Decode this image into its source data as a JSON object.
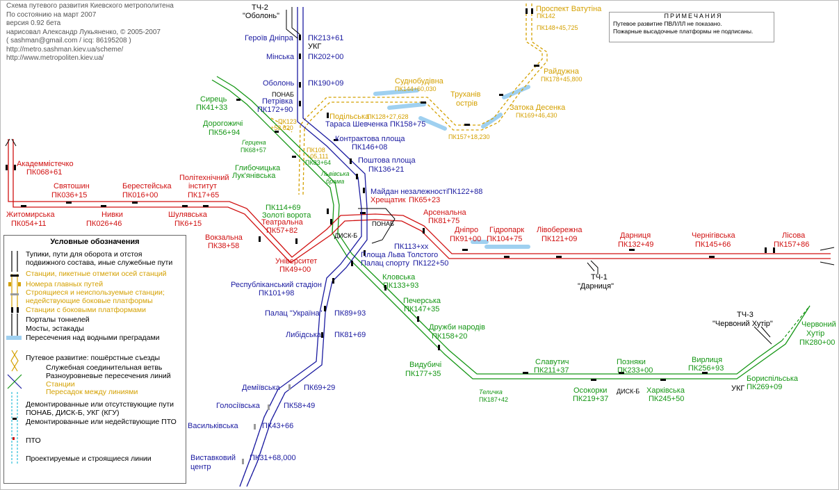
{
  "header": {
    "lines": [
      "Схема путевого развития Киевского метрополитена",
      "По состоянию на март 2007",
      "версия 0.92 бета",
      "нарисовал Александр Лукьяненко, © 2005-2007",
      "( sashman@gmail.com  /  icq: 86195208 )",
      "http://metro.sashman.kiev.ua/scheme/",
      "http://www.metropoliten.kiev.ua/"
    ]
  },
  "notes": {
    "title": "ПРИМЕЧАНИЯ",
    "items": [
      "Путевое развитие ПВЛ/ЛЛ не показано.",
      "Пожарные высадочные платформы не подписаны."
    ]
  },
  "colors": {
    "red": "#d01010",
    "blue": "#1a1aa0",
    "green": "#149614",
    "orange": "#d4a000",
    "water": "#9fd0f0",
    "gray": "#888888"
  },
  "depots": {
    "tch2": {
      "name": "ТЧ-2",
      "sub": "\"Оболонь\""
    },
    "tch1": {
      "name": "ТЧ-1",
      "sub": "\"Дарниця\""
    },
    "tch3": {
      "name": "ТЧ-3",
      "sub": "\"Червоний Хутір\""
    }
  },
  "red_line": {
    "akademmistechko": {
      "name": "Академмістечко",
      "pk": "ПК068+61"
    },
    "zhytomyrska": {
      "name": "Житомирська",
      "pk": "ПК054+11"
    },
    "sviatoshyn": {
      "name": "Святошин",
      "pk": "ПК036+15"
    },
    "nyvky": {
      "name": "Нивки",
      "pk": "ПК026+46"
    },
    "beresteiska": {
      "name": "Берестейська",
      "pk": "ПК016+00"
    },
    "shuliavska": {
      "name": "Шулявська",
      "pk": "ПК6+15"
    },
    "politekhnichnyi": {
      "name1": "Політехнічний",
      "name2": "інститут",
      "pk": "ПК17+65"
    },
    "vokzalna": {
      "name": "Вокзальна",
      "pk": "ПК38+58"
    },
    "universytet": {
      "name": "Університет",
      "pk": "ПК49+00"
    },
    "teatralna": {
      "name": "Театральна",
      "pk": "ПК57+82"
    },
    "khreshchatyk": {
      "name": "Хрещатик",
      "pk": "ПК65+23"
    },
    "arsenalna": {
      "name": "Арсенальна",
      "pk": "ПК81+75"
    },
    "dnipro": {
      "name": "Дніпро",
      "pk": "ПК91+00"
    },
    "hidropark": {
      "name": "Гідропарк",
      "pk": "ПК104+75"
    },
    "livoberezhna": {
      "name": "Лівобережна",
      "pk": "ПК121+09"
    },
    "darnytsia": {
      "name": "Дарниця",
      "pk": "ПК132+49"
    },
    "chernihivska": {
      "name": "Чернігівська",
      "pk": "ПК145+66"
    },
    "lisova": {
      "name": "Лісова",
      "pk": "ПК157+86"
    }
  },
  "blue_line": {
    "heroiv_dnipra": {
      "name": "Героїв Дніпра",
      "pk": "ПК213+61"
    },
    "ukg": "УКГ",
    "minska": {
      "name": "Мінська",
      "pk": "ПК202+00"
    },
    "obolon": {
      "name": "Оболонь",
      "pk": "ПК190+09"
    },
    "ponab": "ПОНАБ",
    "petrivka": {
      "name": "Петрівка",
      "pk": "ПК172+90"
    },
    "tarasa": {
      "name": "Тараса Шевченка",
      "pk": "ПК158+75"
    },
    "kontraktova": {
      "name": "Контрактова площа",
      "pk": "ПК146+08"
    },
    "poshtova": {
      "name": "Поштова площа",
      "pk": "ПК136+21"
    },
    "maidan": {
      "name": "Майдан незалежності",
      "pk": "ПК122+88"
    },
    "ponab2": "ПОНАБ",
    "disk_b": "ДИСК-Б",
    "pk113": "ПК113+хх",
    "lva_tolstoho": {
      "name": "Площа Льва Толстого"
    },
    "palats_sportu": {
      "name": "Палац спорту",
      "pk": "ПК122+50"
    },
    "respublikanskyi": {
      "name": "Республіканський стадіон",
      "pk": "ПК101+98"
    },
    "palats_ukraina": {
      "name": "Палац \"Україна\"",
      "pk": "ПК89+93"
    },
    "lybidska": {
      "name": "Либідська",
      "pk": "ПК81+69"
    },
    "demiivska": {
      "name": "Деміївська",
      "pk": "ПК69+29"
    },
    "holosiivska": {
      "name": "Голосіївська",
      "pk": "ПК58+49"
    },
    "vasylkivska": {
      "name": "Васильківська",
      "pk": "ПК43+66"
    },
    "vystavkovyi": {
      "name1": "Виставковий",
      "name2": "центр",
      "pk": "ПК31+68,000"
    }
  },
  "green_line": {
    "syrets": {
      "name": "Сирець",
      "pk": "ПК41+33"
    },
    "dorohozhychi": {
      "name": "Дорогожичі",
      "pk": "ПК56+94"
    },
    "hertsena": {
      "name": "Герцена",
      "pk": "ПК68+57"
    },
    "hlybochytska": {
      "name": "Глибочицька"
    },
    "lukianivska": {
      "name": "Лук'янівська",
      "pk": "ПК83+64"
    },
    "lvivska_brama": {
      "name1": "Львівська",
      "name2": "брама"
    },
    "pk114": "ПК114+69",
    "zoloti_vorota": {
      "name": "Золоті ворота"
    },
    "klovska": {
      "name": "Кловська",
      "pk": "ПК133+93"
    },
    "pecherska": {
      "name": "Печерська",
      "pk": "ПК147+35"
    },
    "druzhby": {
      "name": "Дружби народів",
      "pk": "ПК158+20"
    },
    "vydubychi": {
      "name": "Видубичі",
      "pk": "ПК177+35"
    },
    "telychka": {
      "name": "Теличка",
      "pk": "ПК187+42"
    },
    "slavutych": {
      "name": "Славутич",
      "pk": "ПК211+37"
    },
    "osokorky": {
      "name": "Осокорки",
      "pk": "ПК219+37"
    },
    "pozniaky": {
      "name": "Позняки",
      "pk": "ПК233+00"
    },
    "disk_b": "ДИСК-Б",
    "kharkivska": {
      "name": "Харківська",
      "pk": "ПК245+50"
    },
    "vyrlytsia": {
      "name": "Вирлиця",
      "pk": "ПК256+93"
    },
    "ukg": "УКГ",
    "boryspilska": {
      "name": "Бориспільська",
      "pk": "ПК269+09"
    },
    "chervonyi_khutir": {
      "name1": "Червоний",
      "name2": "Хутір",
      "pk": "ПК280+00"
    }
  },
  "orange_line": {
    "prospekt_vatutina": {
      "name": "Проспект Ватутіна",
      "pk": "ПК142"
    },
    "pk148": "ПК148+45,725",
    "raiduzhna": {
      "name": "Райдужна",
      "pk": "ПК178+45,800"
    },
    "sudnobudivna": {
      "name": "Суднобудівна",
      "pk": "ПК144+60,030"
    },
    "trukhaniv": {
      "name1": "Труханів",
      "name2": "острів"
    },
    "zatoka": {
      "name": "Затока Десенка",
      "pk": "ПК169+46,430"
    },
    "podilska": {
      "name": "Подільська",
      "pk": "ПК128+27,628"
    },
    "pk157": "ПК157+18,230",
    "pk123a": "ПК123",
    "pk123b": "+58,620",
    "pk108a": "ПК108",
    "pk108b": "+05,111"
  },
  "legend": {
    "title": "Условные обозначения",
    "items": [
      "Тупики, пути для оборота и отстоя",
      "подвижного состава, иные служебные пути",
      "Станции, пикетные отметки осей станций",
      "Номера главных путей",
      "Строящиеся и неиспользуемые станции;",
      "недействующие боковые платформы",
      "Станции с боковыми платформами",
      "Порталы тоннелей",
      "Мосты, эстакады",
      "Пересечения над водными преградами",
      "Путевое развитие: пошёрстные съезды",
      "Служебная соединительная ветвь",
      "Разноуровневые пересечения линий",
      "Станции",
      "Пересадок между линиями",
      "Демонтированные или отсутствующие пути",
      "ПОНАБ, ДИСК-Б, УКГ (КГУ)",
      "Демонтированные или недействующие ПТО",
      "ПТО",
      "Проектируемые и строящиеся линии"
    ]
  }
}
